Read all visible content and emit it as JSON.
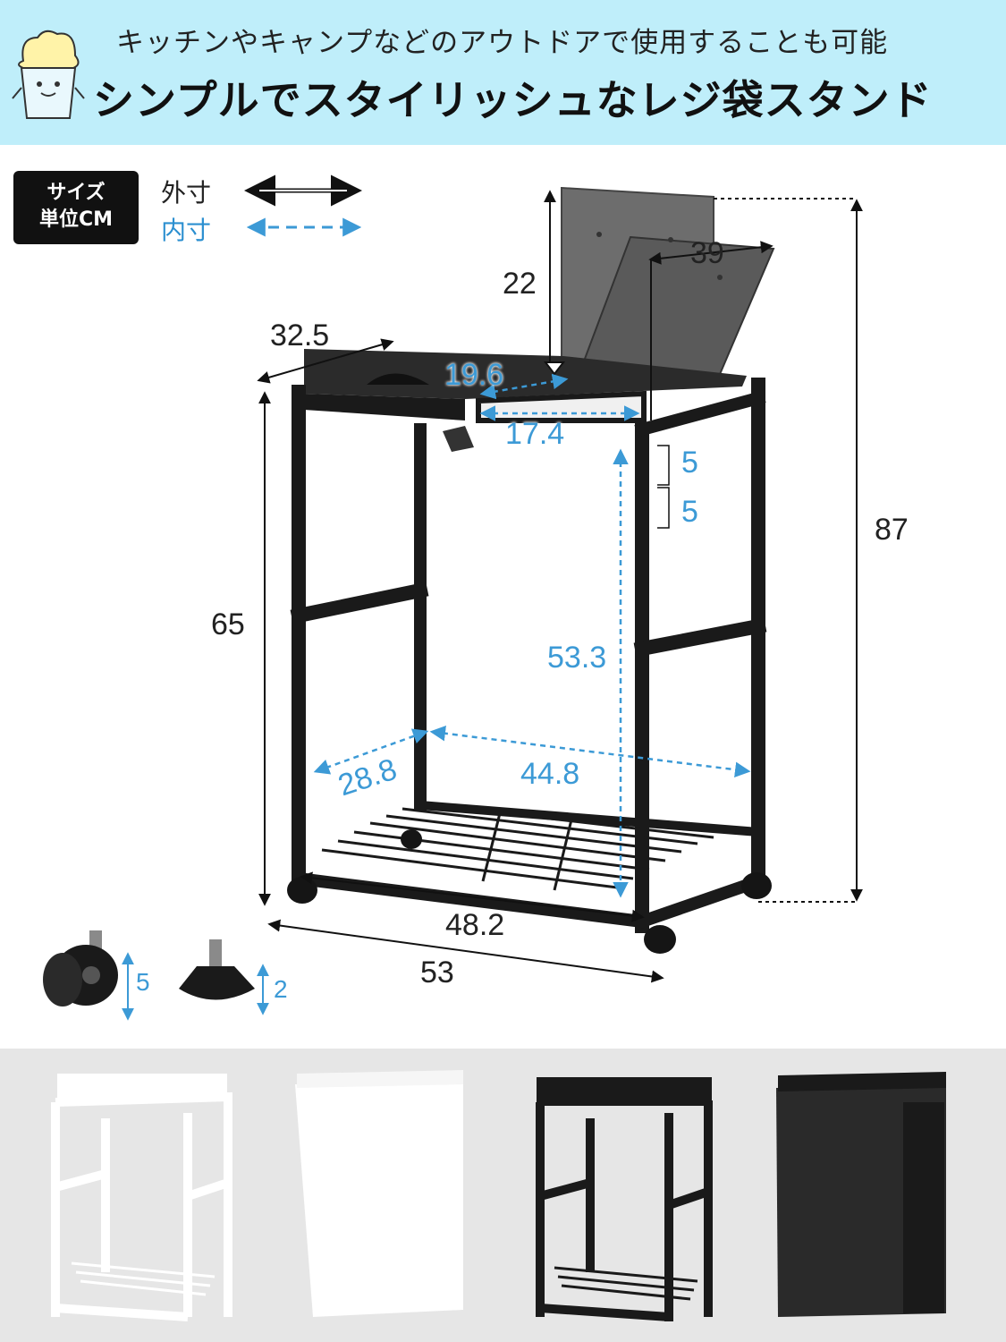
{
  "header": {
    "subtitle": "キッチンやキャンプなどのアウトドアで使用することも可能",
    "title": "シンプルでスタイリッシュなレジ袋スタンド"
  },
  "size_box": {
    "line1": "サイズ",
    "line2": "単位CM"
  },
  "legend": {
    "outer": "外寸",
    "inner": "内寸"
  },
  "dimensions": {
    "lid_height": "22",
    "lid_width": "39",
    "depth": "32.5",
    "lid_inner_depth": "19.6",
    "lid_inner_width": "17.4",
    "adjust_1": "5",
    "adjust_2": "5",
    "total_height": "87",
    "frame_height": "65",
    "inner_height": "53.3",
    "inner_depth": "28.8",
    "inner_width": "44.8",
    "base_width": "48.2",
    "outer_width": "53",
    "caster_height": "5",
    "foot_height": "2"
  },
  "colors": {
    "inner_accent": "#3c9ad6",
    "header_bg": "#bfeefa",
    "frame": "#1a1a1a"
  }
}
